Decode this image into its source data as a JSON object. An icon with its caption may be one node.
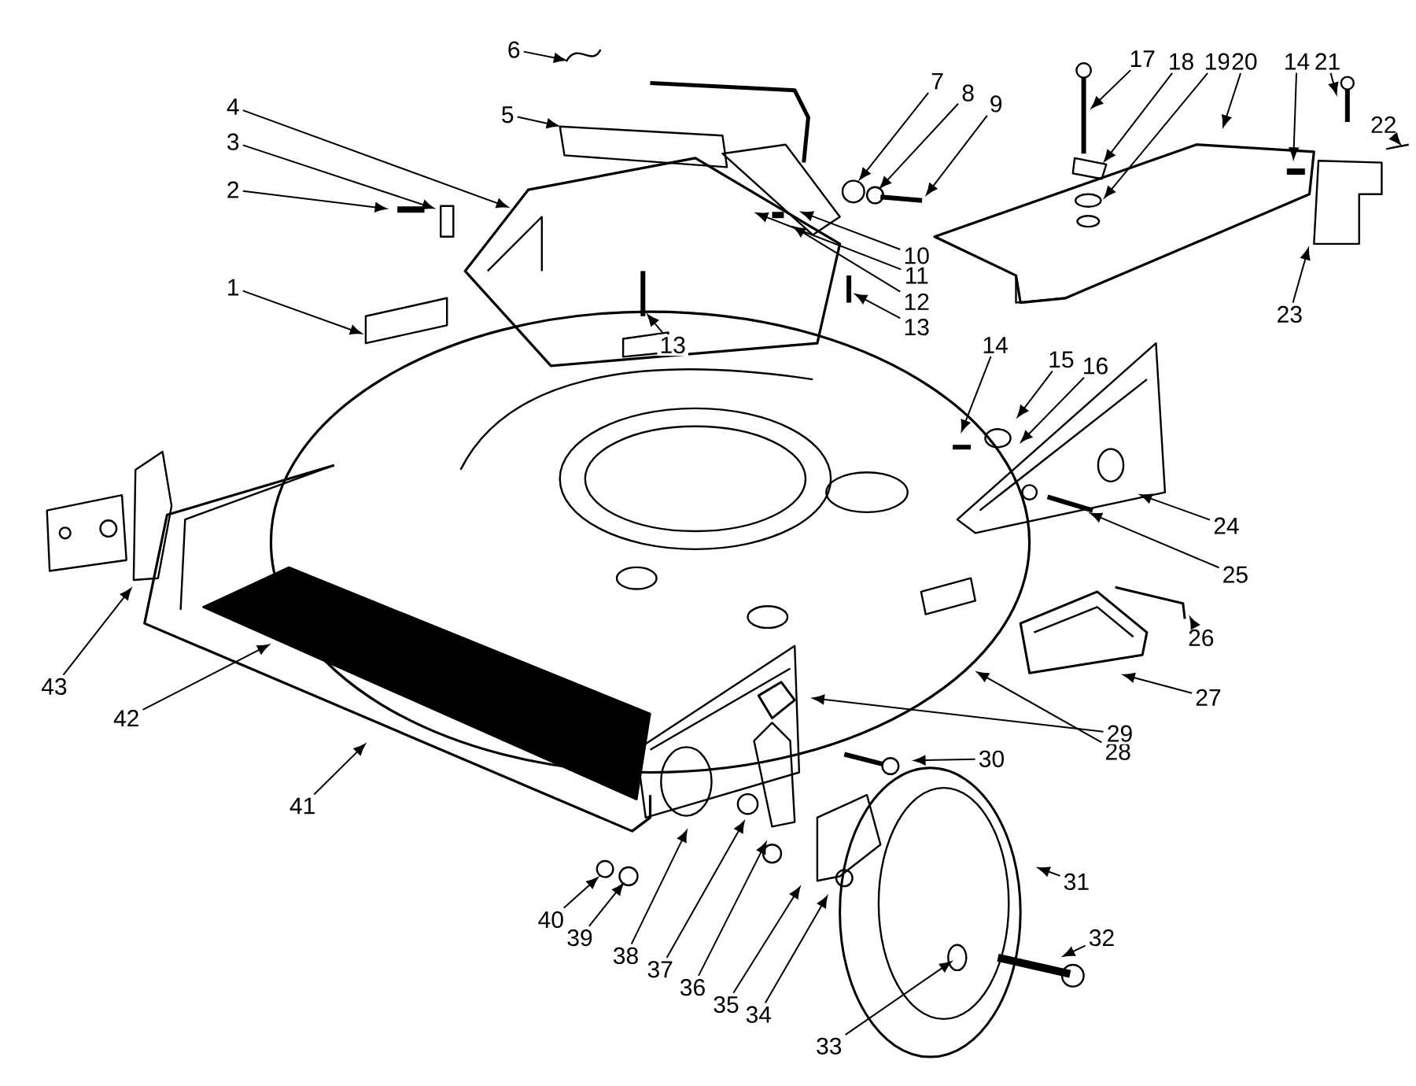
{
  "diagram": {
    "nodes": [
      {
        "text": [
          "1"
        ]
      },
      {
        "text": [
          "2"
        ]
      },
      {
        "text": [
          "3"
        ]
      },
      {
        "text": [
          "4"
        ]
      },
      {
        "text": [
          "5"
        ]
      },
      {
        "text": [
          "6"
        ]
      },
      {
        "text": [
          "7"
        ]
      },
      {
        "text": [
          "8"
        ]
      },
      {
        "text": [
          "9"
        ]
      },
      {
        "text": [
          "10"
        ]
      },
      {
        "text": [
          "11"
        ]
      },
      {
        "text": [
          "12"
        ]
      },
      {
        "text": [
          "13"
        ]
      },
      {
        "text": [
          "13"
        ]
      },
      {
        "text": [
          "14"
        ]
      },
      {
        "text": [
          "15"
        ]
      },
      {
        "text": [
          "16"
        ]
      },
      {
        "text": [
          "17"
        ]
      },
      {
        "text": [
          "18"
        ]
      },
      {
        "text": [
          "19"
        ]
      },
      {
        "text": [
          "20"
        ]
      },
      {
        "text": [
          "14"
        ]
      },
      {
        "text": [
          "21"
        ]
      },
      {
        "text": [
          "22"
        ]
      },
      {
        "text": [
          "23"
        ]
      },
      {
        "text": [
          "24"
        ]
      },
      {
        "text": [
          "25"
        ]
      },
      {
        "text": [
          "26"
        ]
      },
      {
        "text": [
          "27"
        ]
      },
      {
        "text": [
          "28"
        ]
      },
      {
        "text": [
          "29"
        ]
      },
      {
        "text": [
          "30"
        ]
      },
      {
        "text": [
          "31"
        ]
      },
      {
        "text": [
          "32"
        ]
      },
      {
        "text": [
          "33"
        ]
      },
      {
        "text": [
          "34"
        ]
      },
      {
        "text": [
          "35"
        ]
      },
      {
        "text": [
          "36"
        ]
      },
      {
        "text": [
          "37"
        ]
      },
      {
        "text": [
          "38"
        ]
      },
      {
        "text": [
          "39"
        ]
      },
      {
        "text": [
          "40"
        ]
      },
      {
        "text": [
          "41"
        ]
      },
      {
        "text": [
          "42"
        ]
      },
      {
        "text": [
          "43"
        ]
      }
    ],
    "edges": [
      {
        "from": 0,
        "to": null,
        "arrow": "to"
      },
      {
        "from": 1,
        "to": null,
        "arrow": "to"
      },
      {
        "from": 2,
        "to": null,
        "arrow": "to"
      },
      {
        "from": 3,
        "to": null,
        "arrow": "to"
      },
      {
        "from": 4,
        "to": null,
        "arrow": "to"
      },
      {
        "from": 5,
        "to": null,
        "arrow": "to"
      },
      {
        "from": 6,
        "to": null,
        "arrow": "to"
      },
      {
        "from": 7,
        "to": null,
        "arrow": "to"
      },
      {
        "from": 8,
        "to": null,
        "arrow": "to"
      },
      {
        "from": 9,
        "to": null,
        "arrow": "to"
      },
      {
        "from": 10,
        "to": null,
        "arrow": "to"
      },
      {
        "from": 11,
        "to": null,
        "arrow": "to"
      },
      {
        "from": 12,
        "to": null,
        "arrow": "to"
      },
      {
        "from": 13,
        "to": null,
        "arrow": "to"
      },
      {
        "from": 14,
        "to": null,
        "arrow": "to"
      },
      {
        "from": 15,
        "to": null,
        "arrow": "to"
      },
      {
        "from": 16,
        "to": null,
        "arrow": "to"
      },
      {
        "from": 17,
        "to": null,
        "arrow": "to"
      },
      {
        "from": 18,
        "to": null,
        "arrow": "to"
      },
      {
        "from": 19,
        "to": null,
        "arrow": "to"
      },
      {
        "from": 20,
        "to": null,
        "arrow": "to"
      },
      {
        "from": 21,
        "to": null,
        "arrow": "to"
      },
      {
        "from": 22,
        "to": null,
        "arrow": "to"
      },
      {
        "from": 23,
        "to": null,
        "arrow": "to"
      },
      {
        "from": 24,
        "to": null,
        "arrow": "to"
      },
      {
        "from": 25,
        "to": null,
        "arrow": "to"
      },
      {
        "from": 26,
        "to": null,
        "arrow": "to"
      },
      {
        "from": 27,
        "to": null,
        "arrow": "to"
      },
      {
        "from": 28,
        "to": null,
        "arrow": "to"
      },
      {
        "from": 29,
        "to": null,
        "arrow": "to"
      },
      {
        "from": 30,
        "to": null,
        "arrow": "to"
      },
      {
        "from": 31,
        "to": null,
        "arrow": "to"
      },
      {
        "from": 32,
        "to": null,
        "arrow": "to"
      },
      {
        "from": 33,
        "to": null,
        "arrow": "to"
      },
      {
        "from": 34,
        "to": null,
        "arrow": "to"
      },
      {
        "from": 35,
        "to": null,
        "arrow": "to"
      },
      {
        "from": 36,
        "to": null,
        "arrow": "to"
      },
      {
        "from": 37,
        "to": null,
        "arrow": "to"
      },
      {
        "from": 38,
        "to": null,
        "arrow": "to"
      },
      {
        "from": 39,
        "to": null,
        "arrow": "to"
      },
      {
        "from": 40,
        "to": null,
        "arrow": "to"
      },
      {
        "from": 41,
        "to": null,
        "arrow": "to"
      },
      {
        "from": 42,
        "to": null,
        "arrow": "to"
      },
      {
        "from": 43,
        "to": null,
        "arrow": "to"
      },
      {
        "from": 44,
        "to": null,
        "arrow": "to"
      }
    ]
  }
}
